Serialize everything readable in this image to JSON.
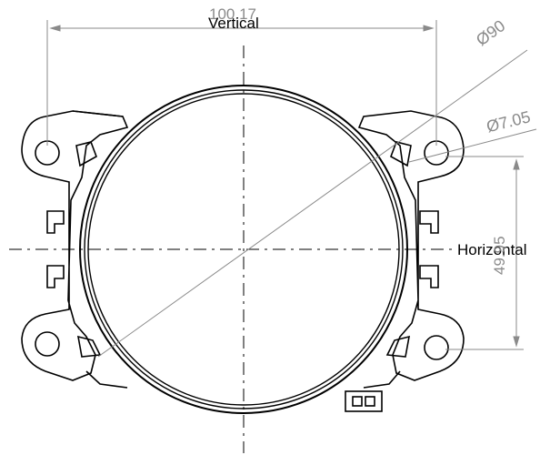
{
  "labels": {
    "vertical": "Vertical",
    "horizontal": "Horizontal"
  },
  "dimensions": {
    "width": "100.17",
    "diameter_large": "Ø90",
    "diameter_hole": "Ø7.05",
    "height": "49.95"
  },
  "colors": {
    "outline": "#000000",
    "dimension_line": "#8a8a8a"
  }
}
